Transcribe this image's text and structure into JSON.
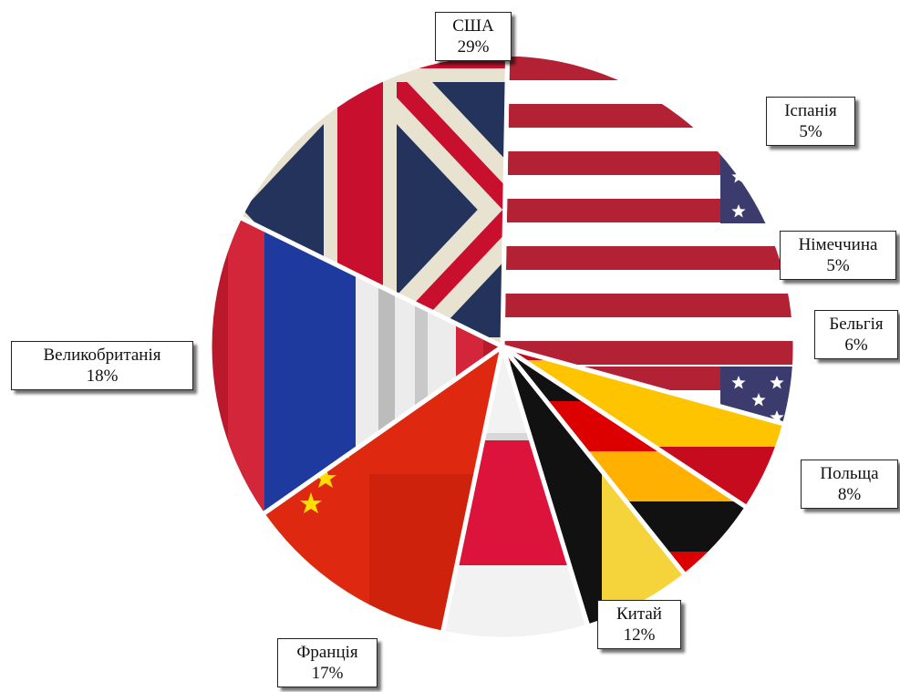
{
  "chart_data": {
    "type": "pie",
    "title": "",
    "legend": "none",
    "slices": [
      {
        "label": "США",
        "value": 29,
        "value_label": "29%",
        "pattern": "usa-flag",
        "colors": [
          "#b22234",
          "#ffffff",
          "#3c3b6e"
        ]
      },
      {
        "label": "Іспанія",
        "value": 5,
        "value_label": "5%",
        "pattern": "spain-flag",
        "colors": [
          "#c60b1e",
          "#ffc400"
        ]
      },
      {
        "label": "Німеччина",
        "value": 5,
        "value_label": "5%",
        "pattern": "germany-flag",
        "colors": [
          "#000000",
          "#dd0000",
          "#ffce00"
        ]
      },
      {
        "label": "Бельгія",
        "value": 6,
        "value_label": "6%",
        "pattern": "belgium-flag",
        "colors": [
          "#000000",
          "#fae042",
          "#ed2939"
        ]
      },
      {
        "label": "Польща",
        "value": 8,
        "value_label": "8%",
        "pattern": "poland-flag",
        "colors": [
          "#ffffff",
          "#dc143c"
        ]
      },
      {
        "label": "Китай",
        "value": 12,
        "value_label": "12%",
        "pattern": "china-flag",
        "colors": [
          "#de2910",
          "#ffde00"
        ]
      },
      {
        "label": "Франція",
        "value": 17,
        "value_label": "17%",
        "pattern": "france-flag",
        "colors": [
          "#0055a4",
          "#ffffff",
          "#ef4135"
        ]
      },
      {
        "label": "Великобританія",
        "value": 18,
        "value_label": "18%",
        "pattern": "uk-flag",
        "colors": [
          "#012169",
          "#ffffff",
          "#c8102e"
        ]
      }
    ]
  }
}
